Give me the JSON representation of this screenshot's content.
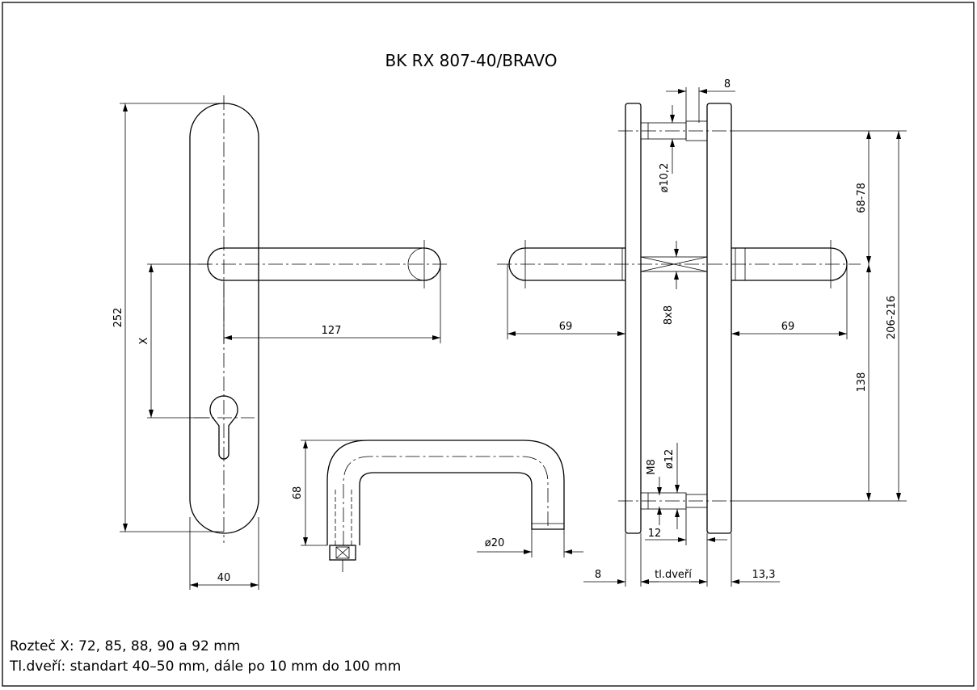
{
  "title": "BK RX 807-40/BRAVO",
  "front_view": {
    "height": "252",
    "width": "40",
    "lever_length": "127",
    "spacing": "X"
  },
  "u_handle_view": {
    "height": "68",
    "diameter": "ø20"
  },
  "side_view": {
    "screw_hole": "ø10,2",
    "top_offset": "8",
    "spindle": "8x8",
    "thread": "M8",
    "bush_diameter": "ø12",
    "bush_length": "12",
    "lever_left": "69",
    "lever_right": "69",
    "upper_distance": "68-78",
    "lower_distance": "138",
    "total_distance": "206-216",
    "plate_thickness": "8",
    "door_thickness": "tl.dveří",
    "outer_thickness": "13,3"
  },
  "notes": [
    "Rozteč X: 72, 85, 88, 90 a 92 mm",
    "Tl.dveří: standart 40–50 mm, dále po 10 mm do 100 mm"
  ]
}
